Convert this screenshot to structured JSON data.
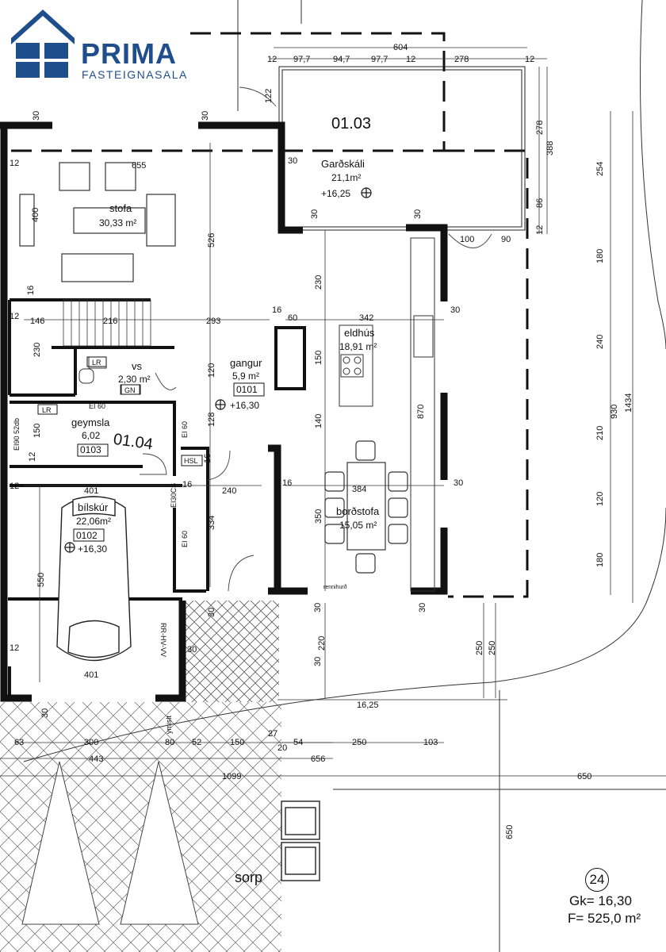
{
  "brand": {
    "name": "PRIMA",
    "tagline": "FASTEIGNASALA",
    "color": "#1f4e8c"
  },
  "rooms": {
    "stofa": {
      "name": "stofa",
      "area": "30,33 m²"
    },
    "gardskali": {
      "name": "Garðskáli",
      "area": "21,1m²",
      "level": "+16,25"
    },
    "eldhus": {
      "name": "eldhús",
      "area": "18,91 m²"
    },
    "gangur": {
      "name": "gangur",
      "area": "5,9 m²",
      "code": "0101",
      "level": "+16,30"
    },
    "vs": {
      "name": "vs",
      "area": "2,30 m²"
    },
    "geymsla": {
      "name": "geymsla",
      "area": "6,02",
      "code": "0103"
    },
    "bilskur": {
      "name": "bílskúr",
      "area": "22,06m²",
      "code": "0102",
      "level": "+16,30"
    },
    "bordstofa": {
      "name": "borðstofa",
      "area": "15,05 m²"
    }
  },
  "handwritten": {
    "gardskali_unit": "01.03",
    "geymsla_unit": "01.04"
  },
  "labels": {
    "sorp": "sorp",
    "lr1": "LR",
    "lr2": "LR",
    "gn": "GN",
    "hsl": "HSL",
    "ei60a": "EI 60",
    "ei60b": "EI 60",
    "ei60c": "EI 60",
    "ei90": "EI90 52db",
    "ei30cs": "EI30CS",
    "rr": "RR-HV-VV",
    "rennihurd": "rennihurð",
    "ymislegt": "ymislt"
  },
  "dimensions": {
    "top": [
      "12",
      "97,7",
      "94,7",
      "97,7",
      "12",
      "278",
      "12",
      "604"
    ],
    "right_a": [
      "12",
      "278",
      "86",
      "12",
      "388",
      "254"
    ],
    "right_b": [
      "180",
      "240",
      "210",
      "120",
      "180",
      "930",
      "1434"
    ],
    "interior": [
      "122",
      "30",
      "30",
      "655",
      "400",
      "12",
      "526",
      "16",
      "146",
      "216",
      "293",
      "12",
      "230",
      "16",
      "60",
      "342",
      "30",
      "230",
      "150",
      "120",
      "128",
      "140",
      "870",
      "30",
      "16",
      "150",
      "12",
      "12",
      "401",
      "16",
      "240",
      "16",
      "384",
      "30",
      "334",
      "350",
      "550",
      "30",
      "30",
      "30",
      "100",
      "90",
      "220",
      "30",
      "250",
      "250",
      "12",
      "401",
      "30",
      "16,25",
      "27",
      "20",
      "54",
      "250",
      "103",
      "63",
      "300",
      "80",
      "52",
      "150",
      "443",
      "656",
      "1099",
      "650",
      "650",
      "30",
      "30",
      "30"
    ]
  },
  "footer": {
    "lot_number": "24",
    "gk": "Gk= 16,30",
    "area": "F= 525,0 m²"
  }
}
